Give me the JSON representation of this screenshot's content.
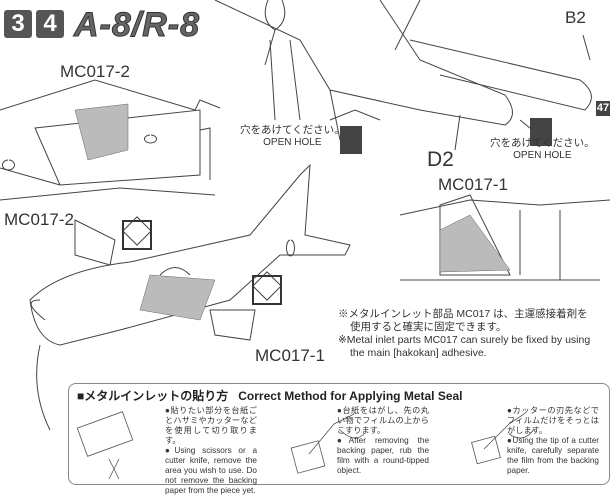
{
  "header": {
    "steps": [
      "3",
      "4"
    ],
    "title": "A-8/R-8"
  },
  "labels": {
    "mc017_2_top": "MC017-2",
    "mc017_2_side": "MC017-2",
    "mc017_1_right": "MC017-1",
    "mc017_1_bottom": "MC017-1",
    "b2": "B2",
    "d2": "D2",
    "part_badge": "47"
  },
  "open_hole": [
    {
      "jp": "穴をあけてください。",
      "en": "OPEN HOLE"
    },
    {
      "jp": "穴をあけてください。",
      "en": "OPEN HOLE"
    }
  ],
  "note": {
    "jp1": "※メタルインレット部品 MC017 は、主運感接着剤を",
    "jp2": "使用すると確実に固定できます。",
    "en1": "※Metal inlet parts MC017 can surely be fixed by using",
    "en2": "the main [hakokan] adhesive."
  },
  "method": {
    "title_jp": "■メタルインレットの貼り方",
    "title_en": "Correct Method for Applying Metal Seal",
    "steps": [
      {
        "jp": "●貼りたい部分を台紙ごとハサミやカッターなどを使用して切り取ります。",
        "en": "●Using scissors or a cutter knife, remove the area you wish to use. Do not remove the backing paper from the piece yet."
      },
      {
        "jp": "●台紙をはがし、先の丸い物でフィルムの上からこすります。",
        "en": "●After removing the backing paper, rub the film with a round-tipped object."
      },
      {
        "jp": "●カッターの刃先などでフィルムだけをそっとはがします。",
        "en": "●Using the tip of a cutter knife, carefully separate the film from the backing paper."
      }
    ]
  }
}
